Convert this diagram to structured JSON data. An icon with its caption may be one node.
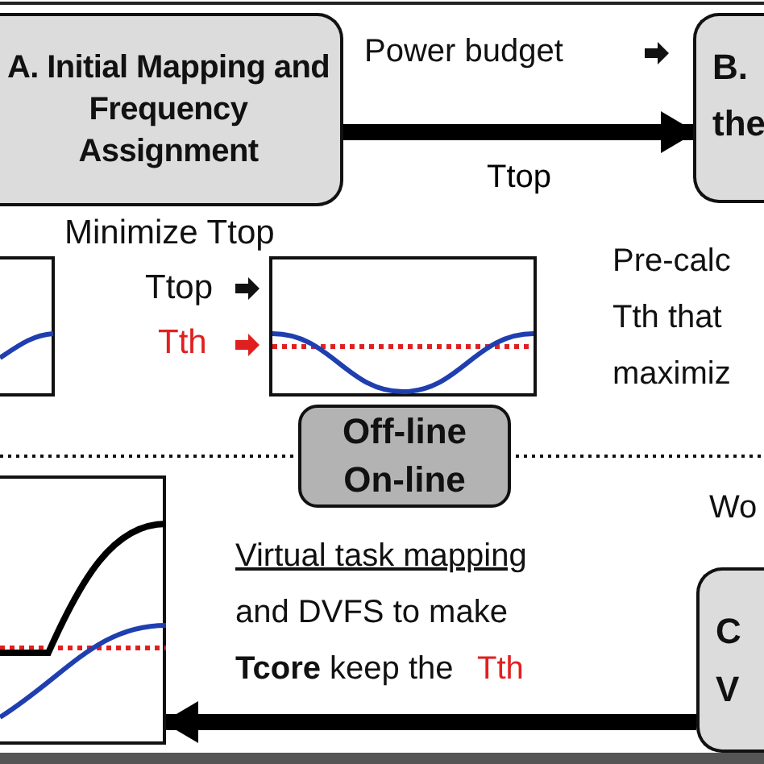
{
  "diagram": {
    "nodes": [
      {
        "text": [
          "A. Initial Mapping and Frequency Assignment"
        ],
        "beside": [
          "Minimize Ttop"
        ]
      },
      {
        "text": [
          "B.",
          "the"
        ]
      },
      {
        "text": [
          "Off-line",
          "On-line"
        ]
      },
      {
        "text": [],
        "shape": "box"
      },
      {
        "text": [
          "C",
          "V"
        ]
      }
    ],
    "edges": [
      {
        "from": 0,
        "to": 1,
        "arrow": "to",
        "label": "Ttop"
      },
      {
        "from": 4,
        "to": 3,
        "arrow": "to"
      }
    ],
    "labels": [
      "Power budget",
      "Ttop",
      "Tth",
      "Pre-calc",
      "Tth that",
      "maximiz",
      "Wo",
      "Virtual task mapping",
      "and DVFS to make",
      "**Tcore** keep the",
      "Tth"
    ]
  }
}
